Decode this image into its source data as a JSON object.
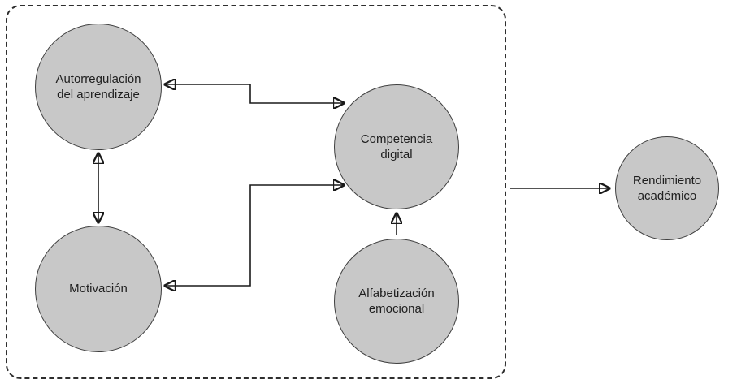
{
  "diagram": {
    "nodes": [
      {
        "id": "autorregulacion",
        "label": "Autorregulación del aprendizaje"
      },
      {
        "id": "motivacion",
        "label": "Motivación"
      },
      {
        "id": "competencia",
        "label": "Competencia digital"
      },
      {
        "id": "alfabetizacion",
        "label": "Alfabetización emocional"
      },
      {
        "id": "rendimiento",
        "label": "Rendimiento académico"
      }
    ],
    "edges": [
      {
        "from": "autorregulacion",
        "to": "motivacion",
        "direction": "bidirectional"
      },
      {
        "from": "autorregulacion",
        "to": "competencia",
        "direction": "bidirectional"
      },
      {
        "from": "motivacion",
        "to": "competencia",
        "direction": "bidirectional"
      },
      {
        "from": "alfabetizacion",
        "to": "competencia",
        "direction": "one-way"
      },
      {
        "from": "dashed-group",
        "to": "rendimiento",
        "direction": "one-way"
      }
    ],
    "colors": {
      "node_fill": "#c8c8c8",
      "node_border": "#3f3f3f",
      "line": "#1a1a1a",
      "background": "#ffffff"
    }
  }
}
